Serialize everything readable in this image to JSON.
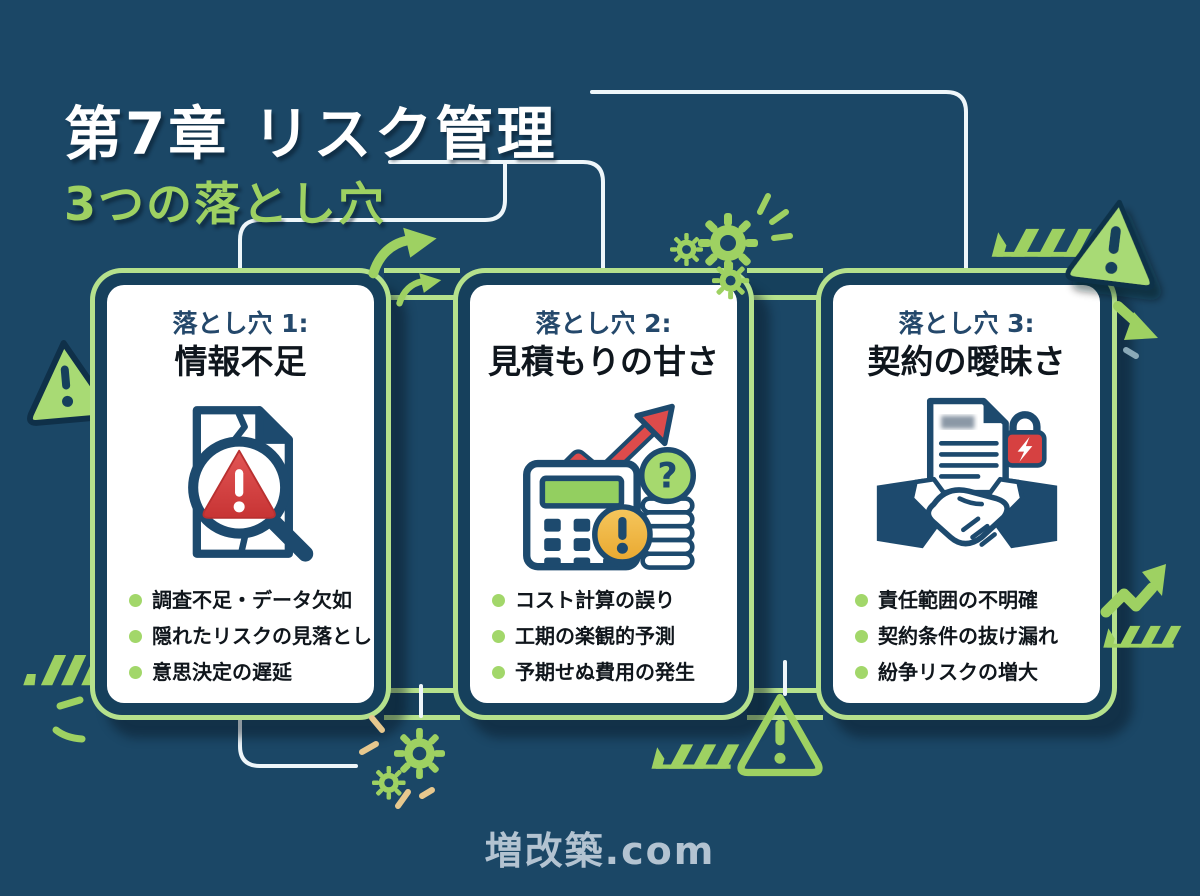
{
  "header": {
    "chapter_title": "第7章 リスク管理",
    "subtitle": "3つの落とし穴"
  },
  "cards": [
    {
      "label": "落とし穴 1:",
      "title": "情報不足",
      "icon": "torn-document-magnifier-icon",
      "bullets": [
        "調査不足・データ欠如",
        "隠れたリスクの見落とし",
        "意思決定の遅延"
      ]
    },
    {
      "label": "落とし穴 2:",
      "title": "見積もりの甘さ",
      "icon": "calculator-cost-overrun-icon",
      "bullets": [
        "コスト計算の誤り",
        "工期の楽観的予測",
        "予期せぬ費用の発生"
      ]
    },
    {
      "label": "落とし穴 3:",
      "title": "契約の曖昧さ",
      "icon": "contract-handshake-lock-icon",
      "bullets": [
        "責任範囲の不明確",
        "契約条件の抜け漏れ",
        "紛争リスクの増大"
      ]
    }
  ],
  "footer": {
    "brand": "増改築.com"
  },
  "colors": {
    "background": "#1b4766",
    "accent_green": "#9ed162",
    "outline_green": "#b5e18c",
    "card_border_navy": "#16405c",
    "icon_navy": "#1d4a6e",
    "alert_red": "#d64141",
    "alert_amber": "#f2bc4b",
    "label_navy": "#24486b",
    "text_dark": "#10161c",
    "footer_text": "#b3c3d1",
    "connector_white": "#eef6fa",
    "spark_tan": "#e7c88e"
  },
  "icons": {
    "card_icons": [
      "torn-document-magnifier-icon",
      "calculator-cost-overrun-icon",
      "contract-handshake-lock-icon"
    ],
    "decorations": [
      "warning-triangle-icon",
      "warning-triangle-outline-icon",
      "hazard-stripes-icon",
      "gears-icon",
      "curved-arrows-icon",
      "arrow-down-right-icon",
      "zigzag-arrow-icon",
      "spark-dashes-icon",
      "bullet-dot-icon"
    ]
  }
}
